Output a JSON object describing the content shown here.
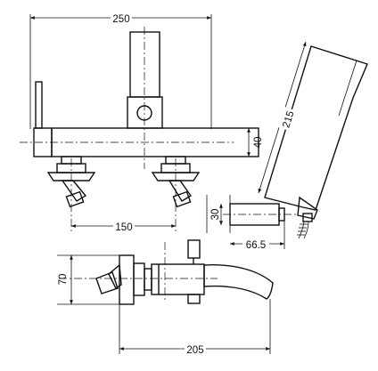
{
  "dimensions": {
    "top_width": "250",
    "base_height": "40",
    "spout_spacing": "150",
    "handshower_length": "215",
    "holder_height": "30",
    "holder_depth": "66.5",
    "side_height": "70",
    "side_projection": "205"
  }
}
